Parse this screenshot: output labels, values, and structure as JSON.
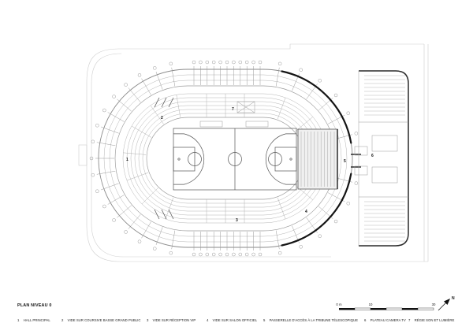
{
  "title": "PLAN NIVEAU 0",
  "legend": {
    "items": [
      {
        "num": "1",
        "label": "HALL PRINCIPAL"
      },
      {
        "num": "2",
        "label": "VIDE SUR COURSIVE BASSE GRAND PUBLIC"
      },
      {
        "num": "3",
        "label": "VIDE SUR RÉCEPTION VIP"
      },
      {
        "num": "4",
        "label": "VIDE SUR SALON OFFICIEL"
      },
      {
        "num": "5",
        "label": "PASSERELLE D'ACCÈS À LA TRIBUNE TÉLESCOPIQUE"
      },
      {
        "num": "6",
        "label": "PLATEAU CAMERA TV"
      },
      {
        "num": "7",
        "label": "RÉGIE SON ET LUMIÈRE"
      }
    ]
  },
  "scale_bar": {
    "start": "0 m",
    "mid": "10",
    "end": "30"
  },
  "north_label": "N",
  "colors": {
    "wall": "#141414",
    "line_light": "#cfcfcf",
    "line_mid": "#8a8a8a"
  }
}
